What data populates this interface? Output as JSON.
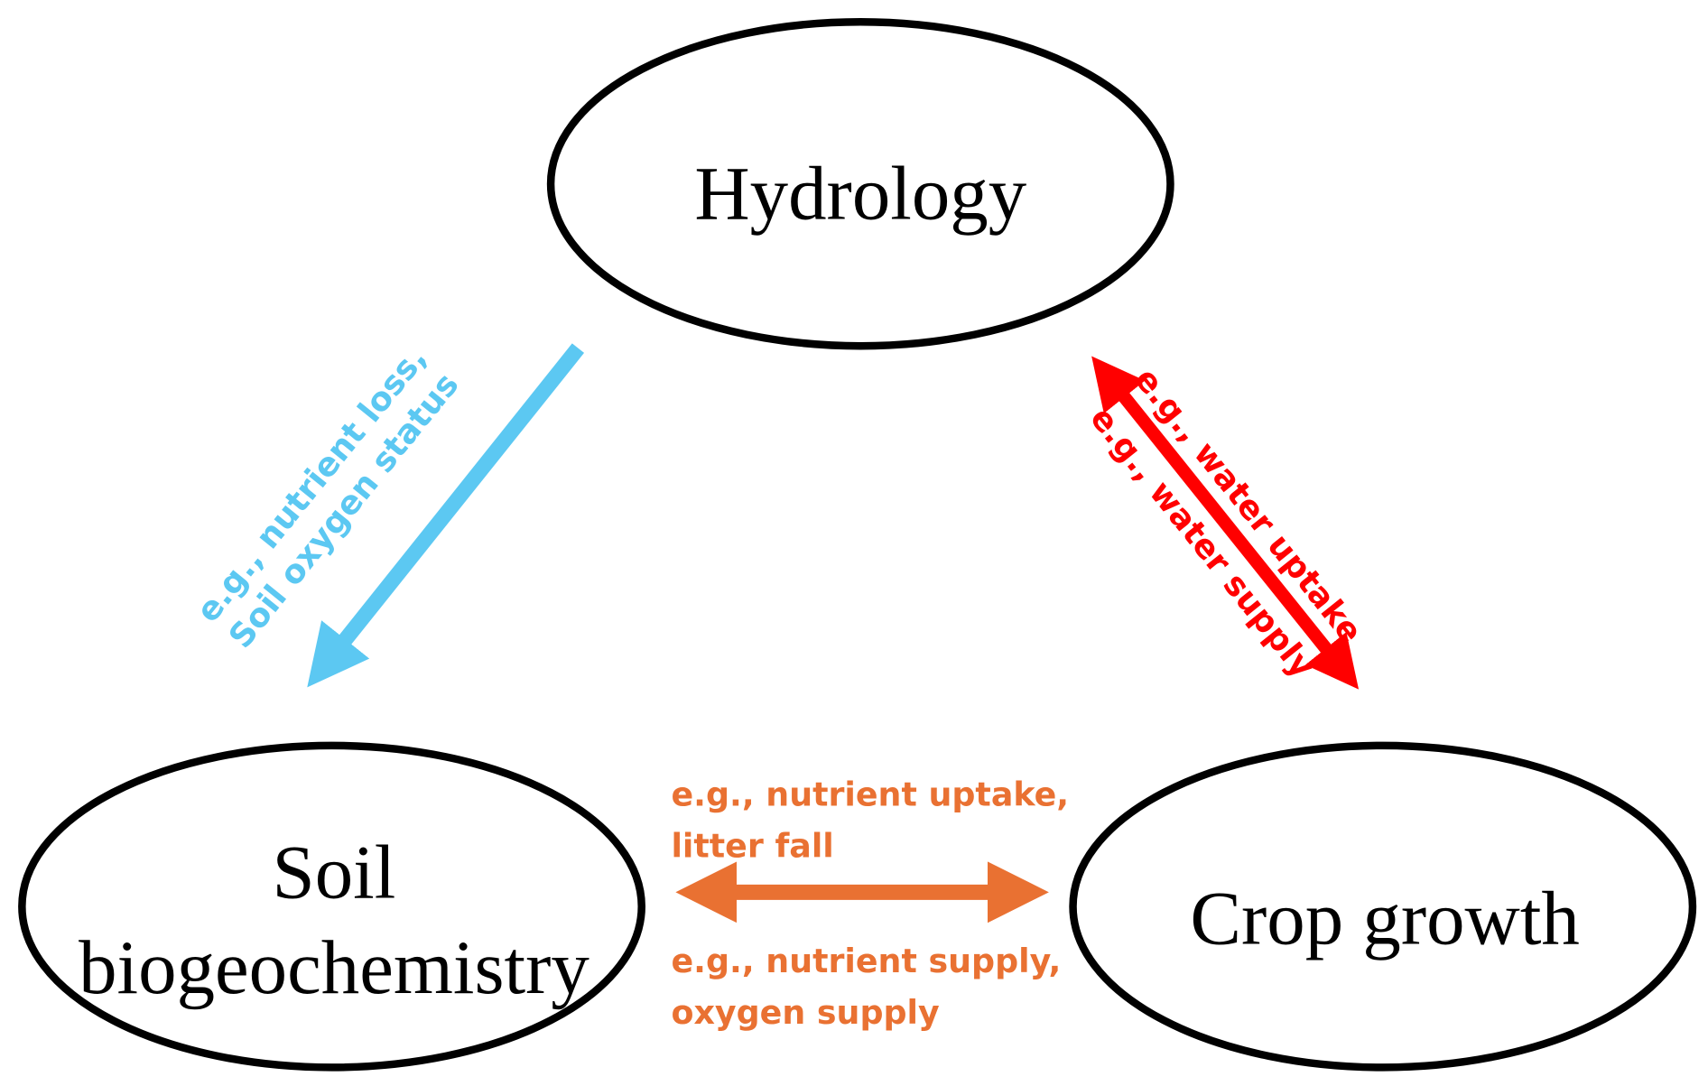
{
  "nodes": {
    "hydrology": "Hydrology",
    "soil_line1": "Soil",
    "soil_line2": "biogeochemistry",
    "crop": "Crop growth"
  },
  "links": {
    "hydro_to_soil": {
      "line1": "e.g., nutrient loss,",
      "line2": "Soil oxygen status",
      "color": "#5CC8F2"
    },
    "hydro_crop": {
      "upper": "e.g., water uptake",
      "lower": "e.g., water supply",
      "color": "#FF0000"
    },
    "soil_crop": {
      "top_line1": "e.g., nutrient uptake,",
      "top_line2": "litter fall",
      "bottom_line1": "e.g., nutrient supply,",
      "bottom_line2": "oxygen supply",
      "color": "#E97132"
    }
  }
}
